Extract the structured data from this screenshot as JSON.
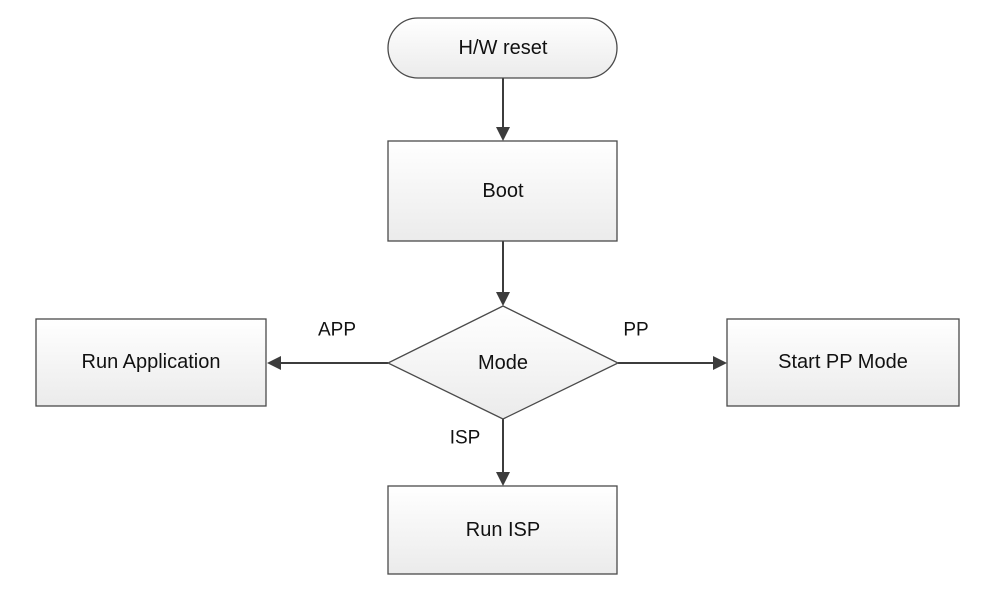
{
  "nodes": {
    "hw_reset": {
      "label": "H/W reset",
      "shape": "terminator"
    },
    "boot": {
      "label": "Boot",
      "shape": "process"
    },
    "mode": {
      "label": "Mode",
      "shape": "decision"
    },
    "run_application": {
      "label": "Run Application",
      "shape": "process"
    },
    "start_pp_mode": {
      "label": "Start PP Mode",
      "shape": "process"
    },
    "run_isp": {
      "label": "Run ISP",
      "shape": "process"
    }
  },
  "edges": {
    "reset_to_boot": {
      "from": "hw_reset",
      "to": "boot",
      "label": ""
    },
    "boot_to_mode": {
      "from": "boot",
      "to": "mode",
      "label": ""
    },
    "mode_to_app": {
      "from": "mode",
      "to": "run_application",
      "label": "APP"
    },
    "mode_to_pp": {
      "from": "mode",
      "to": "start_pp_mode",
      "label": "PP"
    },
    "mode_to_isp": {
      "from": "mode",
      "to": "run_isp",
      "label": "ISP"
    }
  },
  "colors": {
    "box_fill_top": "#ffffff",
    "box_fill_bottom": "#ececec",
    "stroke": "#4a4a4a",
    "line": "#3c3c3c"
  }
}
